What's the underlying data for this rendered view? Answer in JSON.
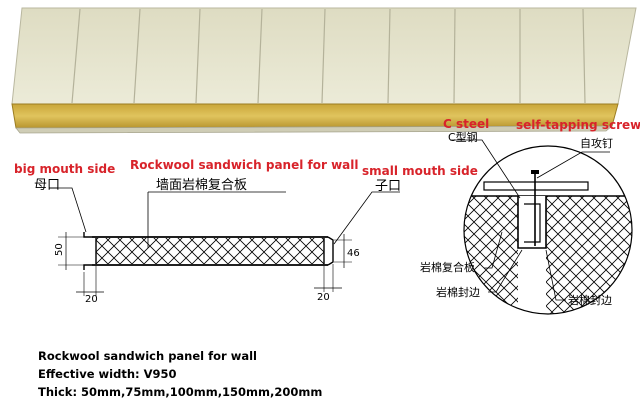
{
  "labels": {
    "big_mouth_en": "big mouth side",
    "big_mouth_zh": "母口",
    "panel_en": "Rockwool sandwich panel for wall",
    "panel_zh": "墙面岩棉复合板",
    "small_mouth_en": "small mouth side",
    "small_mouth_zh": "子口",
    "c_steel_en": "C steel",
    "c_steel_zh": "C型钢",
    "screw_en": "self-tapping screw",
    "screw_zh": "自攻钉",
    "rockwool_panel_zh": "岩棉复合板",
    "edge_seal_left_zh": "岩棉封边",
    "edge_seal_right_zh": "岩棉封边"
  },
  "dimensions": {
    "height_left": "50",
    "width_left": "20",
    "height_right": "46",
    "width_right": "20"
  },
  "caption": {
    "line1": "Rockwool sandwich panel for wall",
    "line2": "Effective width: V950",
    "line3": "Thick: 50mm,75mm,100mm,150mm,200mm"
  },
  "colors": {
    "accent_red": "#d8232a",
    "panel_skin": "#e6e5cf",
    "rockwool_core": "#d8b84c"
  }
}
